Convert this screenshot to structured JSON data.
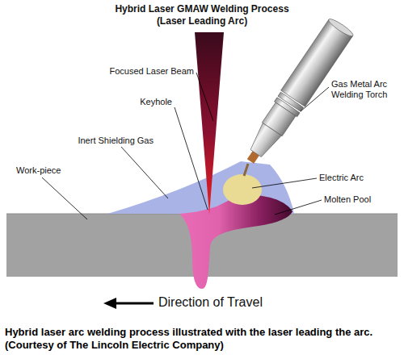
{
  "diagram": {
    "title": "Hybrid Laser GMAW Welding Process (Laser Leading Arc)",
    "caption": "Hybrid laser arc welding process illustrated with the laser leading the arc. (Courtesy of The Lincoln Electric Company)",
    "labels": [
      "Focused Laser Beam",
      "Gas Metal Arc Welding Torch",
      "Keyhole",
      "Inert Shielding Gas",
      "Electric Arc",
      "Work-piece",
      "Molten Pool",
      "Direction of Travel"
    ]
  }
}
